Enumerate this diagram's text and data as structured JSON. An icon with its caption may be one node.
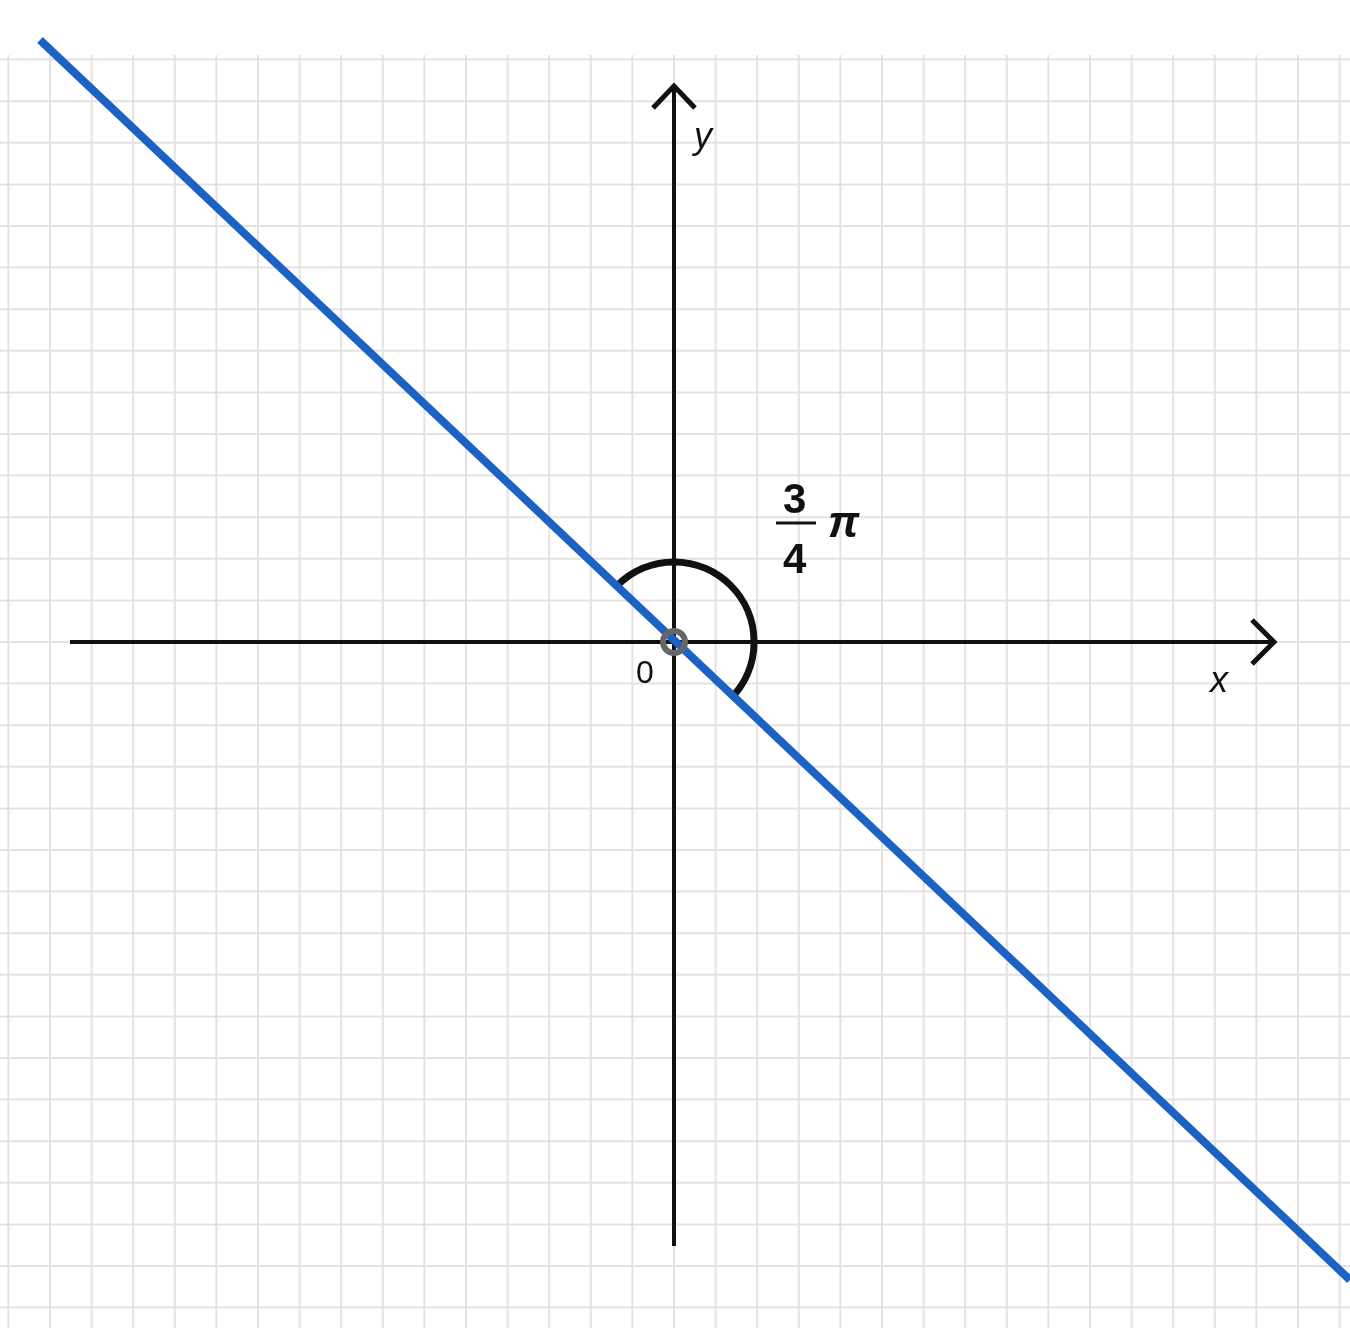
{
  "diagram": {
    "labels": [
      "y",
      "3",
      "π",
      "4",
      "0",
      "x"
    ]
  }
}
